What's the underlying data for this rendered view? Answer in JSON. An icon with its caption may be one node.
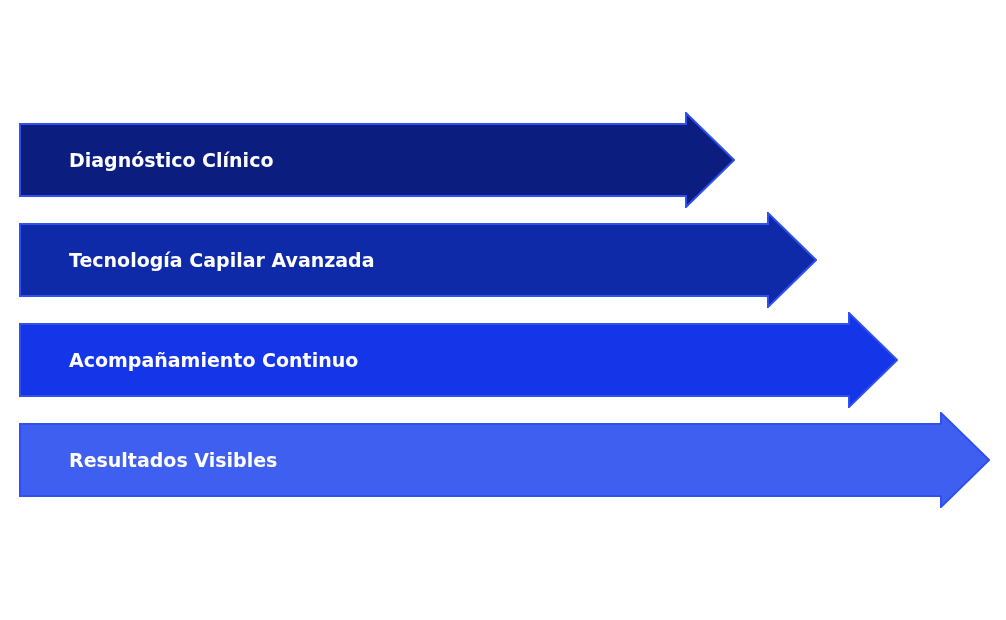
{
  "diagram": {
    "nodes": [
      {
        "text": [
          "Diagnóstico Clínico"
        ]
      },
      {
        "text": [
          "Tecnología Capilar Avanzada"
        ]
      },
      {
        "text": [
          "Acompañamiento Continuo"
        ]
      },
      {
        "text": [
          "Resultados Visibles"
        ]
      }
    ]
  }
}
